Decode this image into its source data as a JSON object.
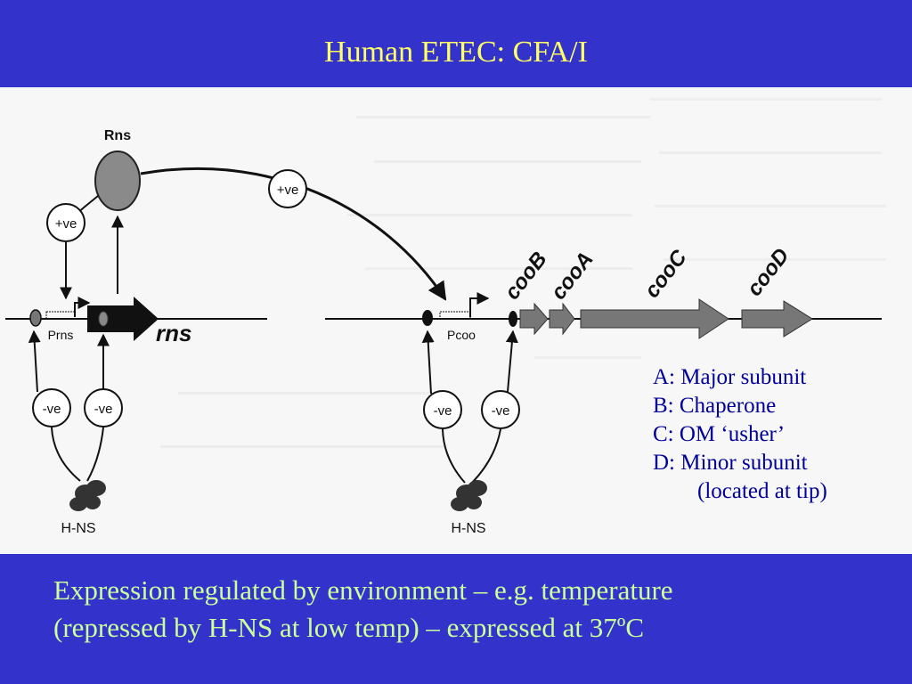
{
  "slide": {
    "title": "Human ETEC:  CFA/I",
    "caption_lines": [
      "Expression regulated by environment – e.g. temperature",
      "(repressed by H-NS at low temp) – expressed at 37ºC"
    ]
  },
  "diagram": {
    "regulator": "Rns",
    "positive_label": "+ve",
    "negative_label": "-ve",
    "repressor": "H-NS",
    "promoters": [
      "Prns",
      "Pcoo"
    ],
    "genes": [
      "rns",
      "cooB",
      "cooA",
      "cooC",
      "cooD"
    ]
  },
  "legend": {
    "lines": [
      "A:  Major subunit",
      "B:  Chaperone",
      "C:  OM ‘usher’",
      "D:  Minor subunit",
      "(located at tip)"
    ]
  },
  "colors": {
    "band": "#3333cc",
    "title_text": "#ffff66",
    "caption_text": "#ccff99",
    "legend_text": "#000099"
  }
}
